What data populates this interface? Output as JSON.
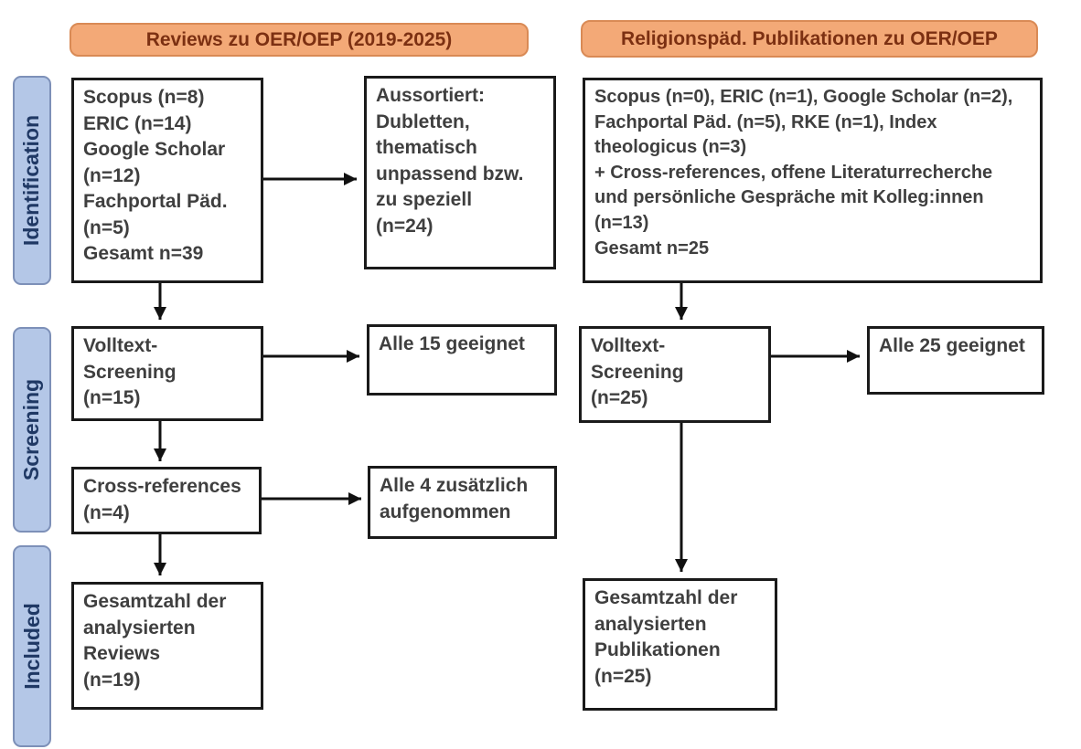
{
  "diagram": {
    "headers": {
      "left": "Reviews zu OER/OEP (2019-2025)",
      "right": "Religionspäd. Publikationen zu OER/OEP"
    },
    "stages": {
      "identification": "Identification",
      "screening": "Screening",
      "included": "Included"
    },
    "left": {
      "identification": "Scopus (n=8)\nERIC (n=14)\nGoogle Scholar\n(n=12)\nFachportal Päd.\n(n=5)\nGesamt n=39",
      "excluded": "Aussortiert:\nDubletten,\nthematisch\nunpassend bzw.\nzu speziell\n(n=24)",
      "screening": "Volltext-\nScreening\n(n=15)",
      "screening_result": "Alle 15 geeignet",
      "cross_references": "Cross-references\n(n=4)",
      "cross_references_result": "Alle 4 zusätzlich\naufgenommen",
      "included": "Gesamtzahl der\nanalysierten\nReviews\n(n=19)"
    },
    "right": {
      "identification": "Scopus (n=0), ERIC (n=1), Google Scholar (n=2),\nFachportal Päd. (n=5), RKE (n=1), Index\ntheologicus (n=3)\n+ Cross-references, offene Literaturrecherche\nund persönliche Gespräche mit Kolleg:innen\n(n=13)\nGesamt n=25",
      "screening": "Volltext-\nScreening\n(n=25)",
      "screening_result": "Alle 25 geeignet",
      "included": "Gesamtzahl der\nanalysierten\nPublikationen\n(n=25)"
    },
    "colors": {
      "header_fill": "#f3a977",
      "header_border": "#d98a55",
      "header_text": "#7c3012",
      "stage_fill": "#b4c7e7",
      "stage_border": "#7d90b8",
      "stage_text": "#1f3864",
      "box_border": "#1a1a1a",
      "box_text": "#3f3f3f",
      "arrow": "#111111"
    }
  }
}
